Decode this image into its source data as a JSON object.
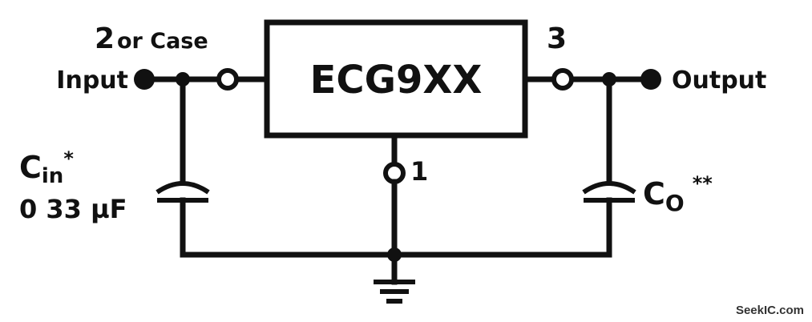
{
  "regulator": {
    "label": "ECG9XX"
  },
  "pins": {
    "input_pin": "2",
    "input_pin_alt": "or Case",
    "output_pin": "3",
    "ground_pin": "1"
  },
  "terminals": {
    "input": "Input",
    "output": "Output"
  },
  "capacitors": {
    "input_cap_name": "C",
    "input_cap_sub": "in",
    "input_cap_mark": "*",
    "input_cap_value": "0 33 µF",
    "output_cap_name": "C",
    "output_cap_sub": "O",
    "output_cap_mark": "**"
  },
  "watermark": "SeekIC.com",
  "colors": {
    "ink": "#111111",
    "background": "#ffffff"
  }
}
